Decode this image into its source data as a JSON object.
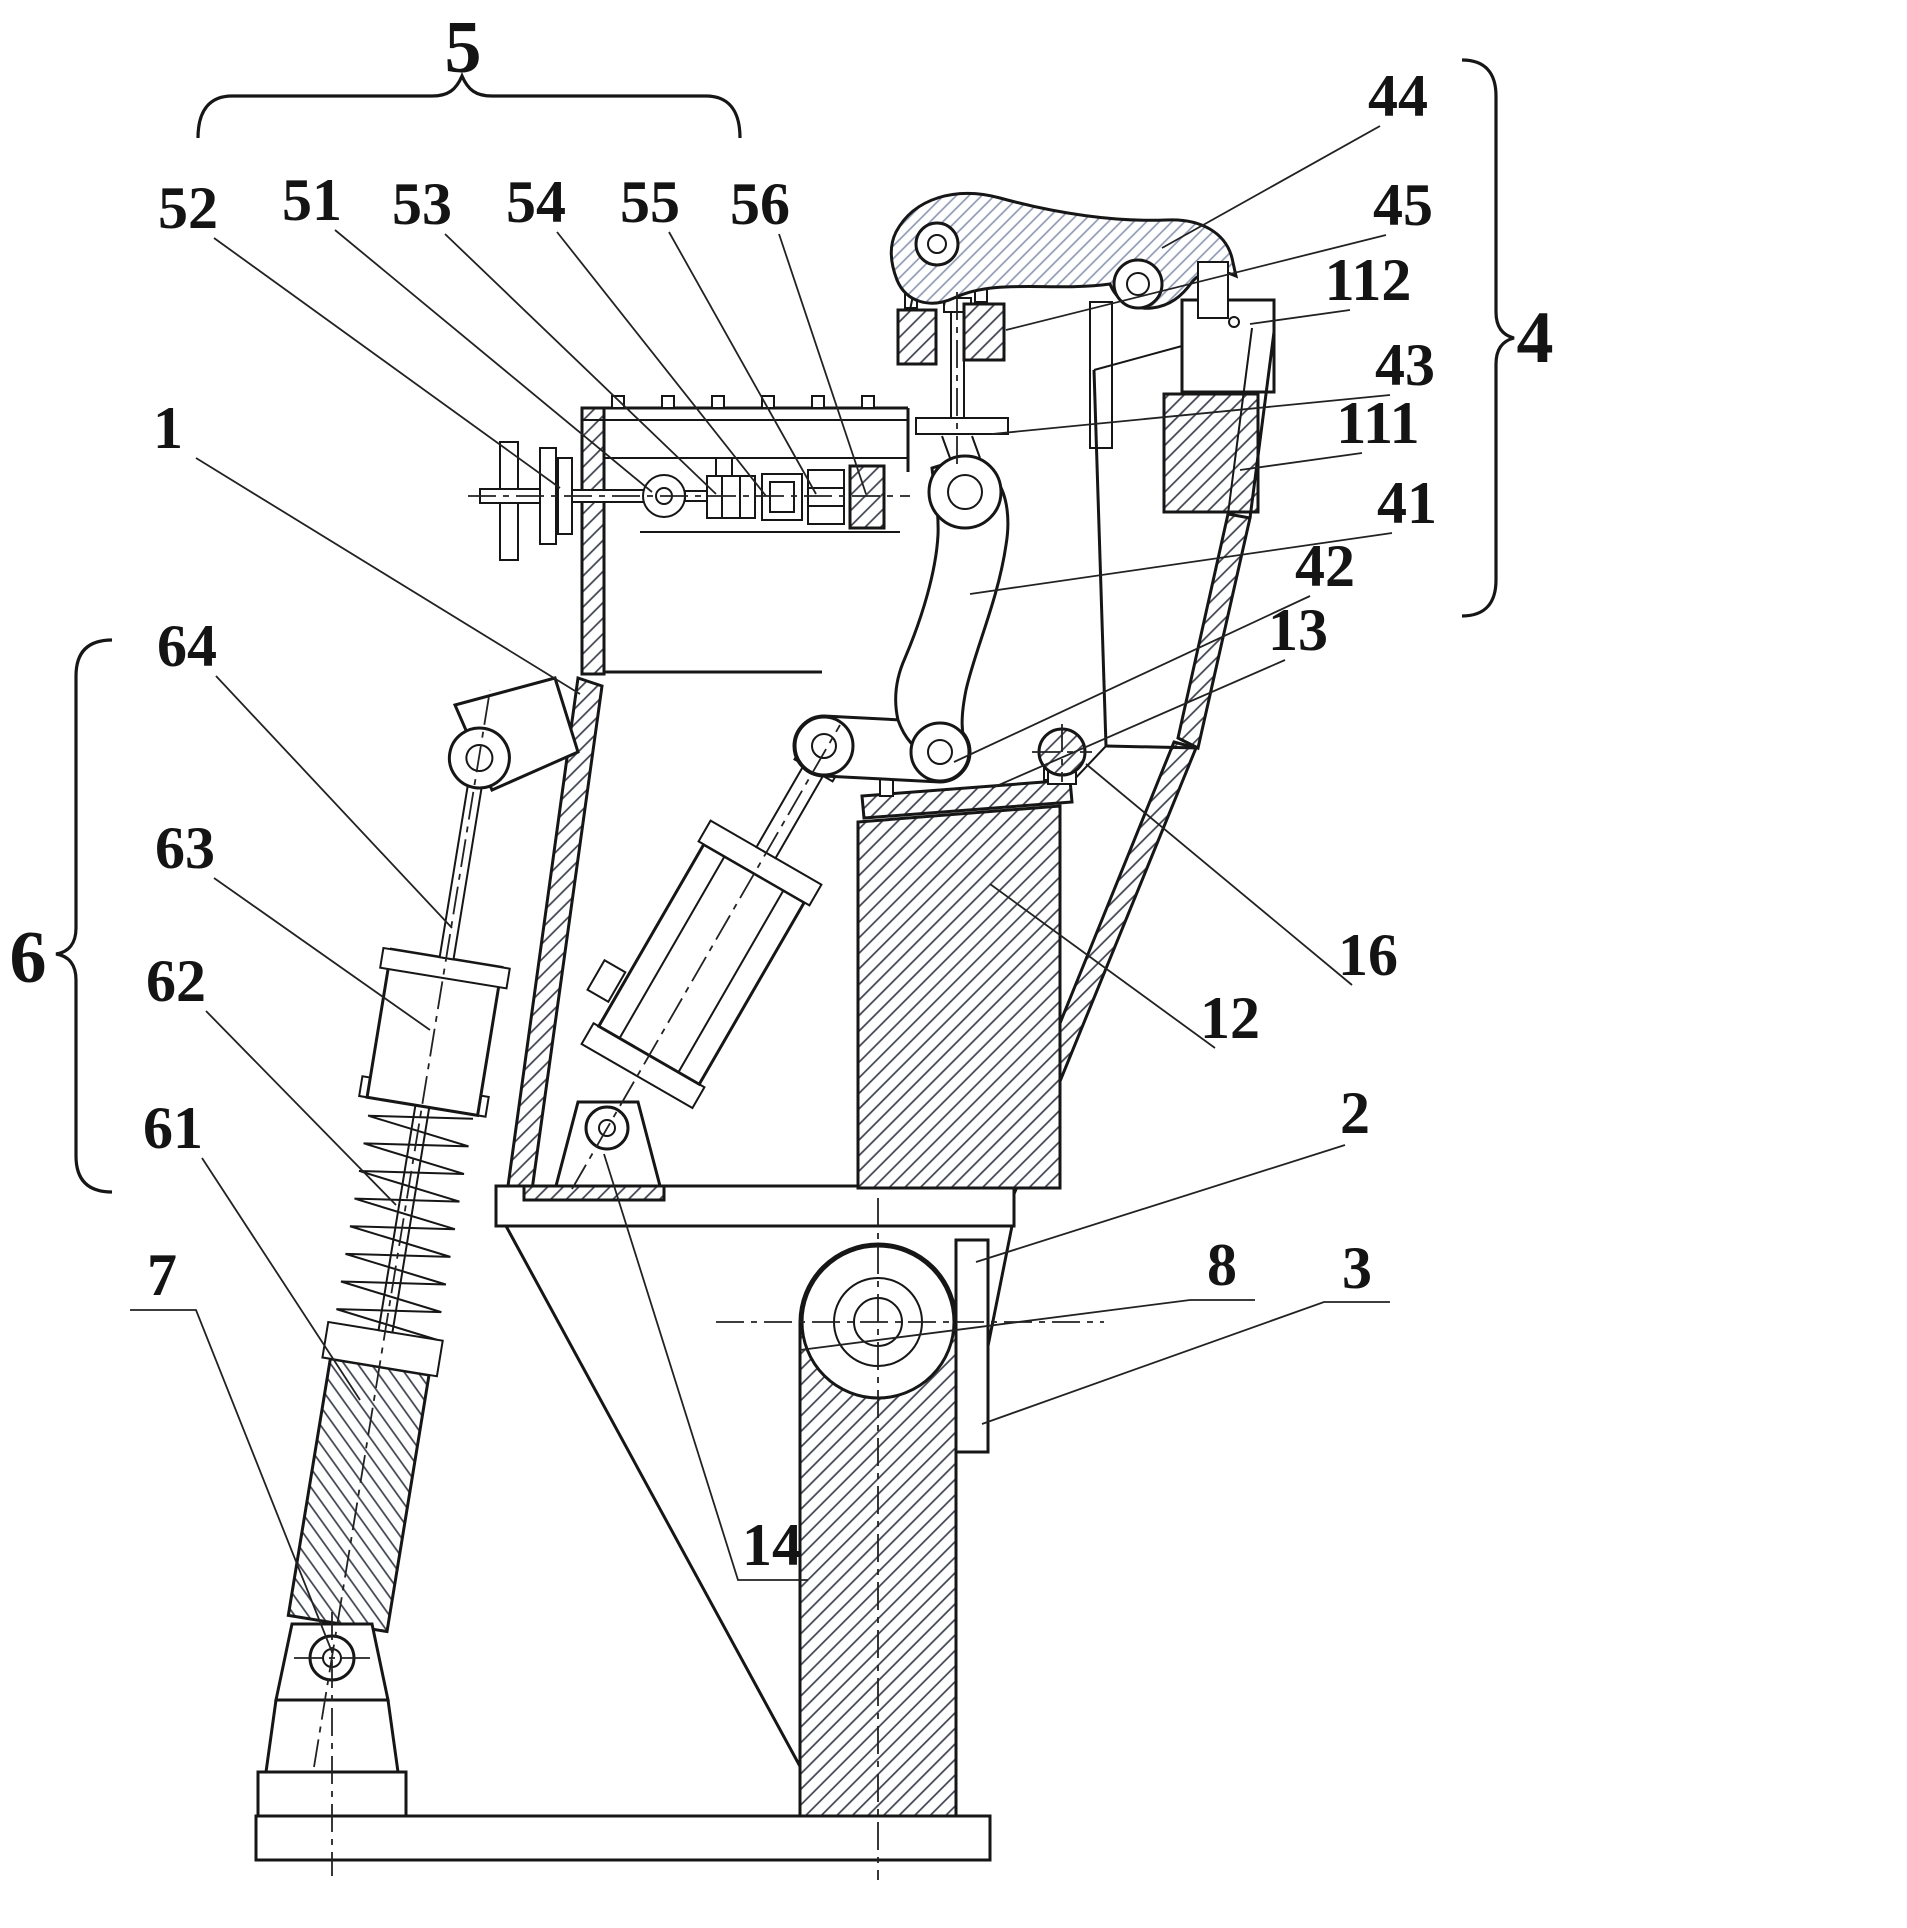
{
  "figure": {
    "type": "patent-mechanical-assembly-drawing",
    "colors": {
      "background": "#ffffff",
      "line": "#161616",
      "hatch": "#3c414d",
      "claw_hatch": "#8a96b0"
    }
  },
  "labels": {
    "n5": "5",
    "n52": "52",
    "n51": "51",
    "n53": "53",
    "n54": "54",
    "n55": "55",
    "n56": "56",
    "n44": "44",
    "n45": "45",
    "n112": "112",
    "n43": "43",
    "n111": "111",
    "n41": "41",
    "n42": "42",
    "n13": "13",
    "n4": "4",
    "n1": "1",
    "n64": "64",
    "n63": "63",
    "n62": "62",
    "n61": "61",
    "n6": "6",
    "n7": "7",
    "n16": "16",
    "n12": "12",
    "n2": "2",
    "n8": "8",
    "n3": "3",
    "n14": "14"
  }
}
